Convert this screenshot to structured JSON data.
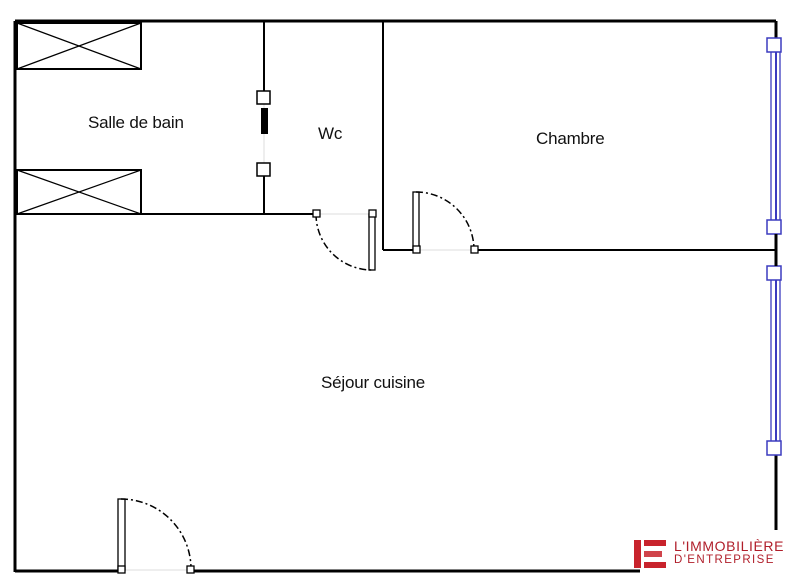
{
  "rooms": {
    "bathroom": "Salle de bain",
    "wc": "Wc",
    "bedroom": "Chambre",
    "living_kitchen": "Séjour cuisine"
  },
  "logo": {
    "line1": "L'IMMOBILIÈRE",
    "line2": "D'ENTREPRISE",
    "text_color": "#b01e2a",
    "mark_color": "#c8232c"
  },
  "colors": {
    "wall": "#000000",
    "window_frame": "#3b3bbf",
    "door_leaf": "#8a8a8a",
    "background": "#ffffff"
  }
}
